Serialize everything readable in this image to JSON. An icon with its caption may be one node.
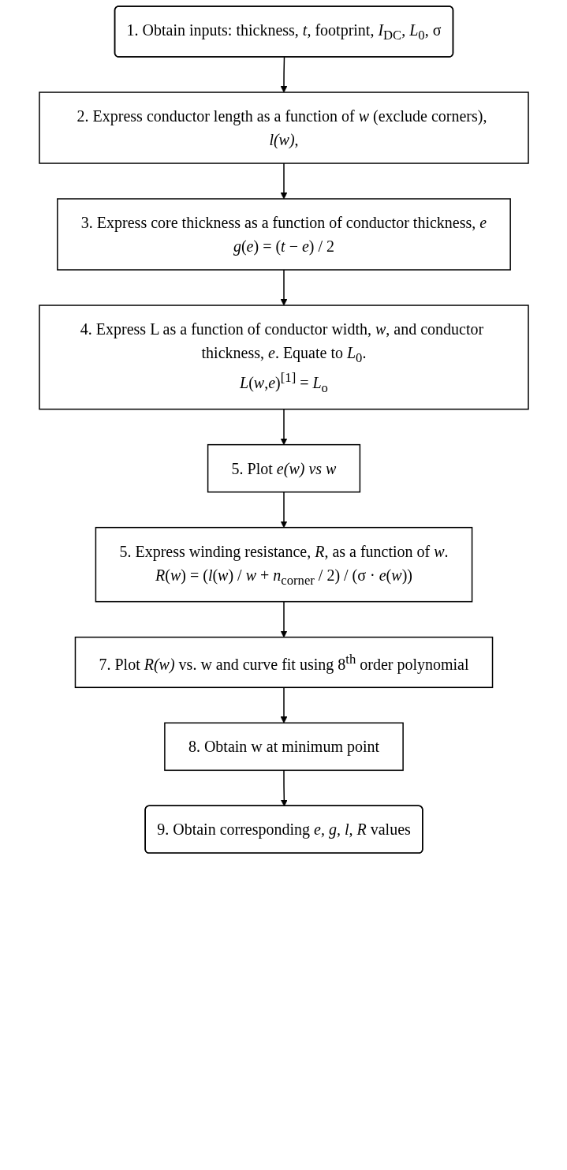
{
  "diagram": {
    "nodes": [
      {
        "text": [
          "1. Obtain inputs: thickness, *t*, footprint, *I*$_{DC}$, *L*$_{0}$, σ"
        ]
      },
      {
        "text": [
          "2. Express conductor length as a function of *w* (exclude corners), *l(w)*,"
        ]
      },
      {
        "text": [
          "3. Express core thickness as a function of conductor thickness, *e*",
          "*g*(*e*) = (*t* − *e*) / 2"
        ]
      },
      {
        "text": [
          "4. Express L as a function of conductor width, *w*, and conductor thickness, *e*. Equate to *L*$_{0}$.",
          "*L*(*w*,*e*)$^{[1]}$ = *L*$_{o}$"
        ]
      },
      {
        "text": [
          "5. Plot *e(w) vs w*"
        ]
      },
      {
        "text": [
          "5. Express winding resistance, *R*, as a function of *w*.",
          "*R*(*w*) = (*l*(*w*) / *w* + *n*$_{corner}$ / 2) / (σ · *e*(*w*))"
        ]
      },
      {
        "text": [
          "7. Plot *R(w)* vs. w and curve fit using 8$^{th}$ order polynomial"
        ]
      },
      {
        "text": [
          "8. Obtain w at minimum point"
        ]
      },
      {
        "text": [
          "9. Obtain corresponding *e, g, l, R* values"
        ]
      }
    ],
    "edges": [
      {
        "from": 0,
        "to": 1,
        "arrow": "to"
      },
      {
        "from": 1,
        "to": 2,
        "arrow": "to"
      },
      {
        "from": 2,
        "to": 3,
        "arrow": "to"
      },
      {
        "from": 3,
        "to": 4,
        "arrow": "to"
      },
      {
        "from": 4,
        "to": 5,
        "arrow": "to"
      },
      {
        "from": 5,
        "to": 6,
        "arrow": "to"
      },
      {
        "from": 6,
        "to": 7,
        "arrow": "to"
      },
      {
        "from": 7,
        "to": 8,
        "arrow": "to"
      }
    ]
  }
}
